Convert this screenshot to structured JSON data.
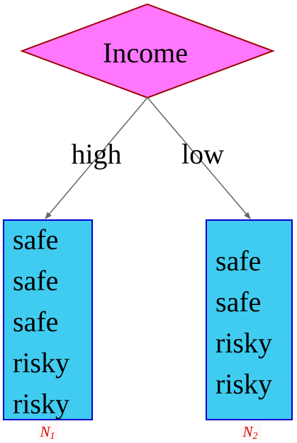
{
  "root": {
    "label": "Income",
    "fill": "#ff77ff",
    "stroke": "#a00000"
  },
  "edges": [
    {
      "label": "high"
    },
    {
      "label": "low"
    }
  ],
  "leaves": [
    {
      "items": [
        "safe",
        "safe",
        "safe",
        "risky",
        "risky"
      ],
      "caption": "N",
      "caption_sub": "1"
    },
    {
      "items": [
        "safe",
        "safe",
        "risky",
        "risky"
      ],
      "caption": "N",
      "caption_sub": "2"
    }
  ],
  "colors": {
    "leaf_fill": "#40ccf0",
    "leaf_stroke": "#0000d0",
    "edge": "#666666",
    "caption": "#e00000",
    "caption_bg": "#fff8f8"
  }
}
